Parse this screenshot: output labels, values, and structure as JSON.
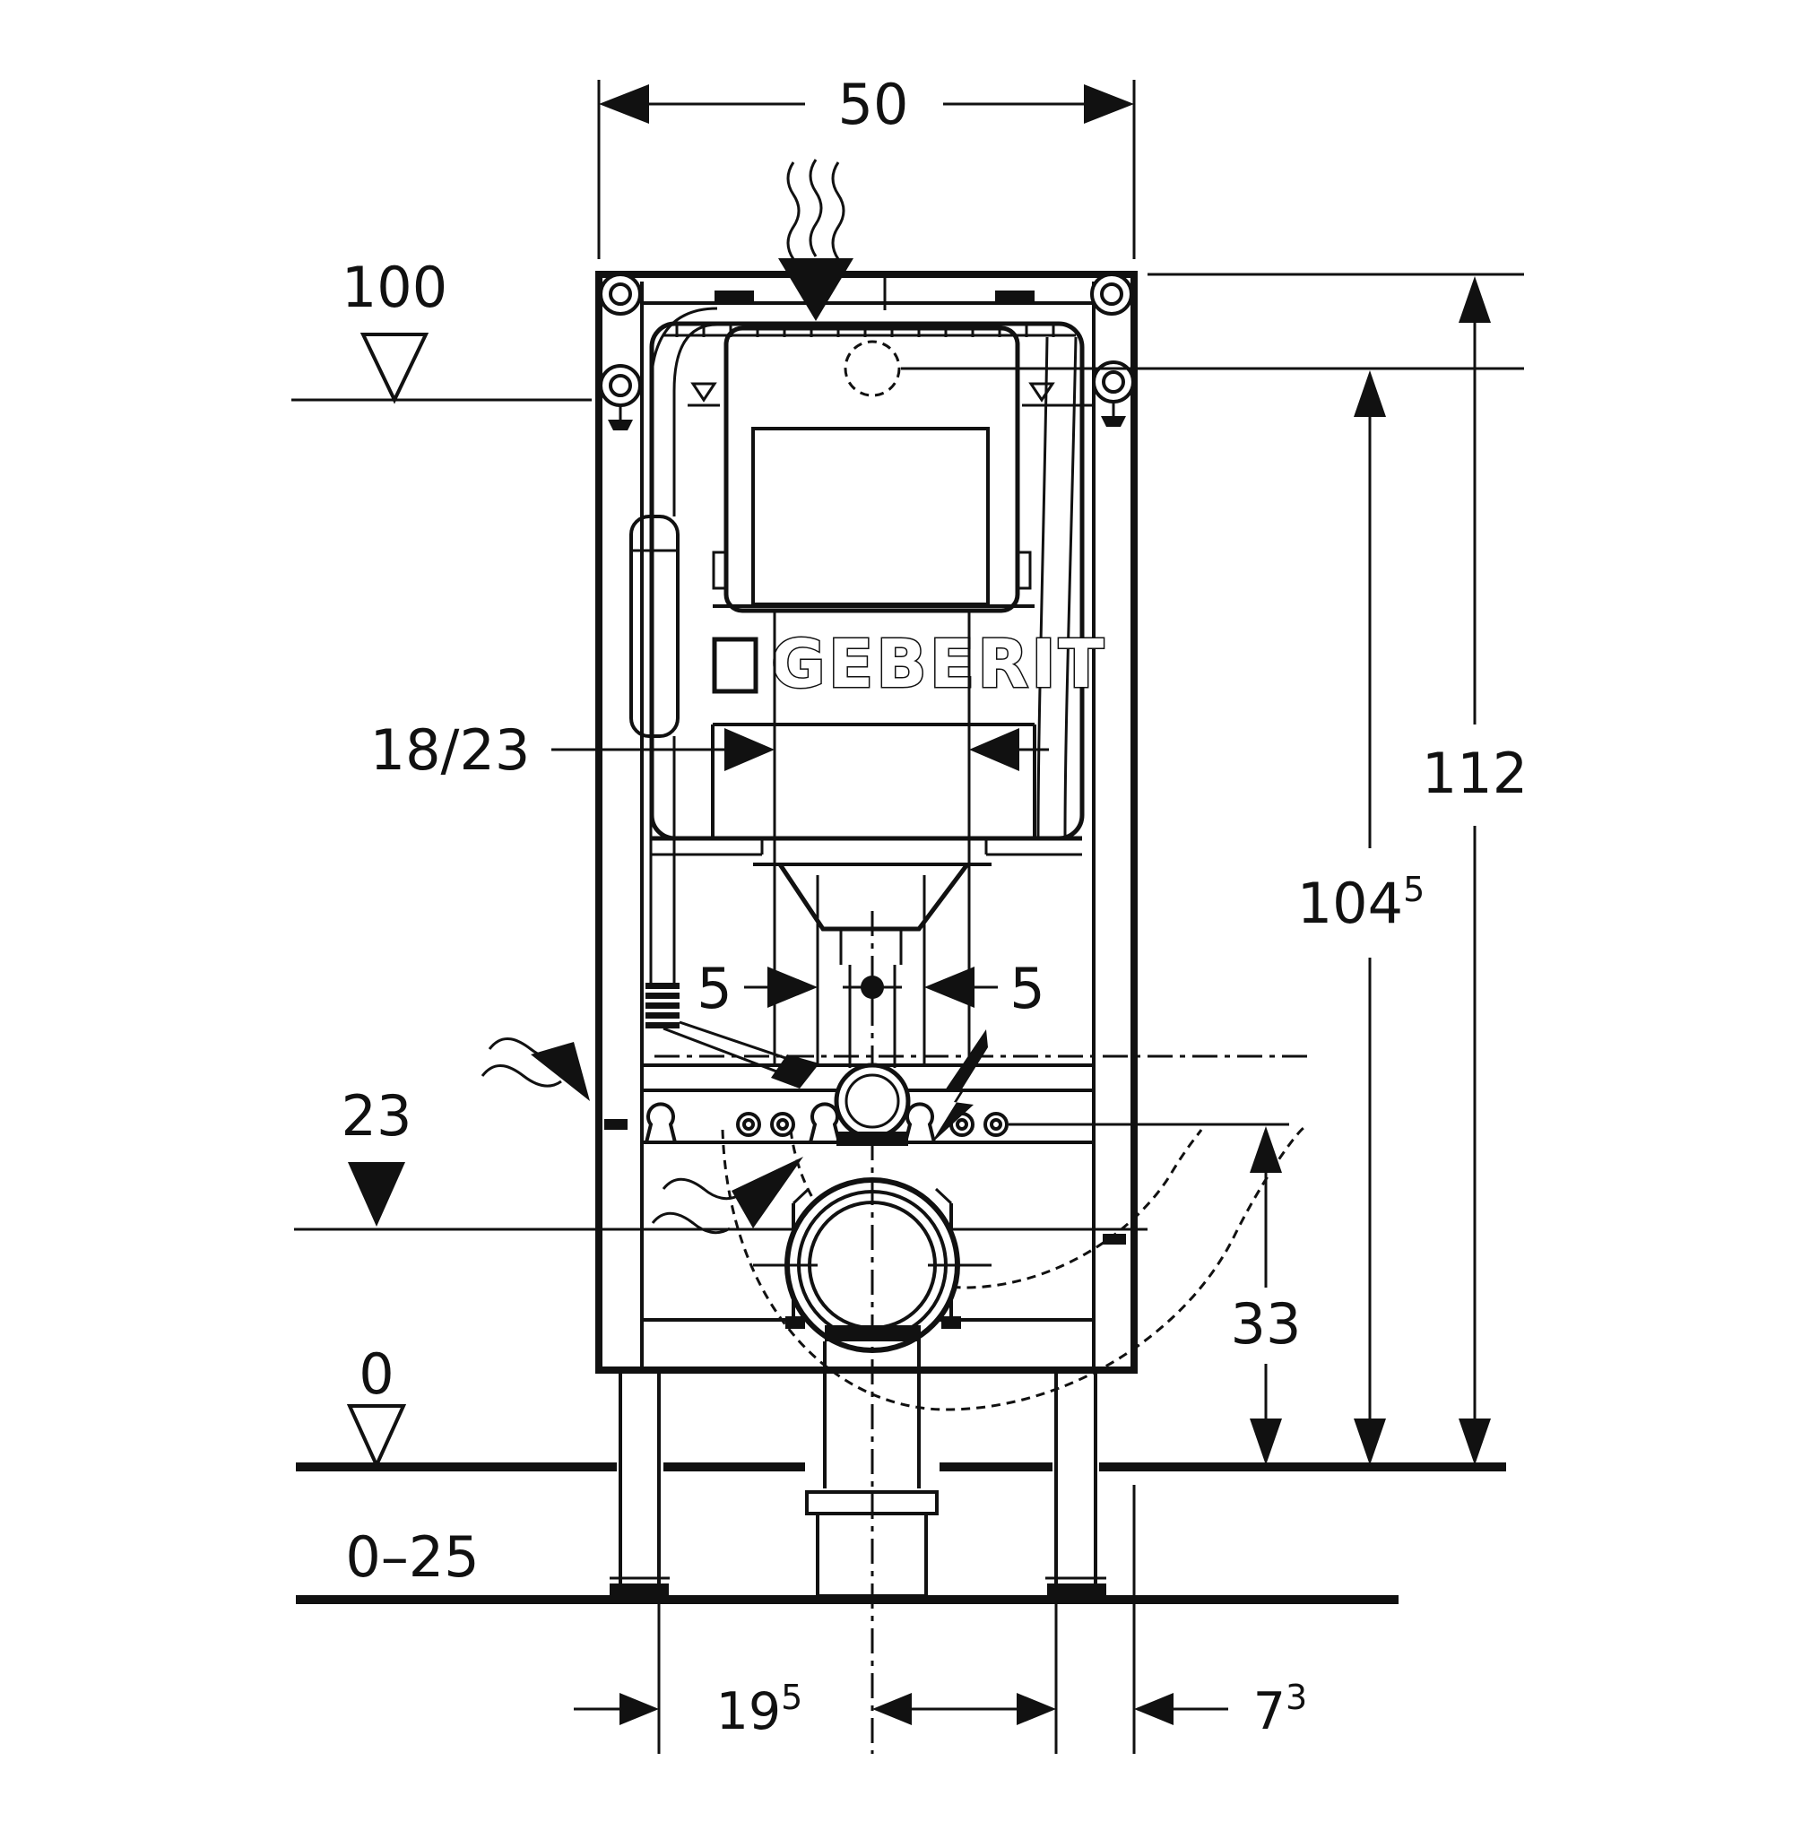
{
  "colors": {
    "ink": "#111111",
    "background": "#ffffff"
  },
  "drawing": {
    "brand_logo": "GEBERIT",
    "dims": {
      "top_width": "50",
      "level_top": "100",
      "level_mid": "23",
      "level_floor": "0",
      "floor_thickness": "0–25",
      "actuation_offset": "18/23",
      "pipe_offset_left": "5",
      "pipe_offset_right": "5",
      "height_total": "112",
      "height_actuation": {
        "value": "104",
        "sup": "5"
      },
      "height_fixing": "33",
      "bottom_left_offset": {
        "value": "19",
        "sup": "5"
      },
      "bottom_right_offset": {
        "value": "7",
        "sup": "3"
      }
    }
  }
}
